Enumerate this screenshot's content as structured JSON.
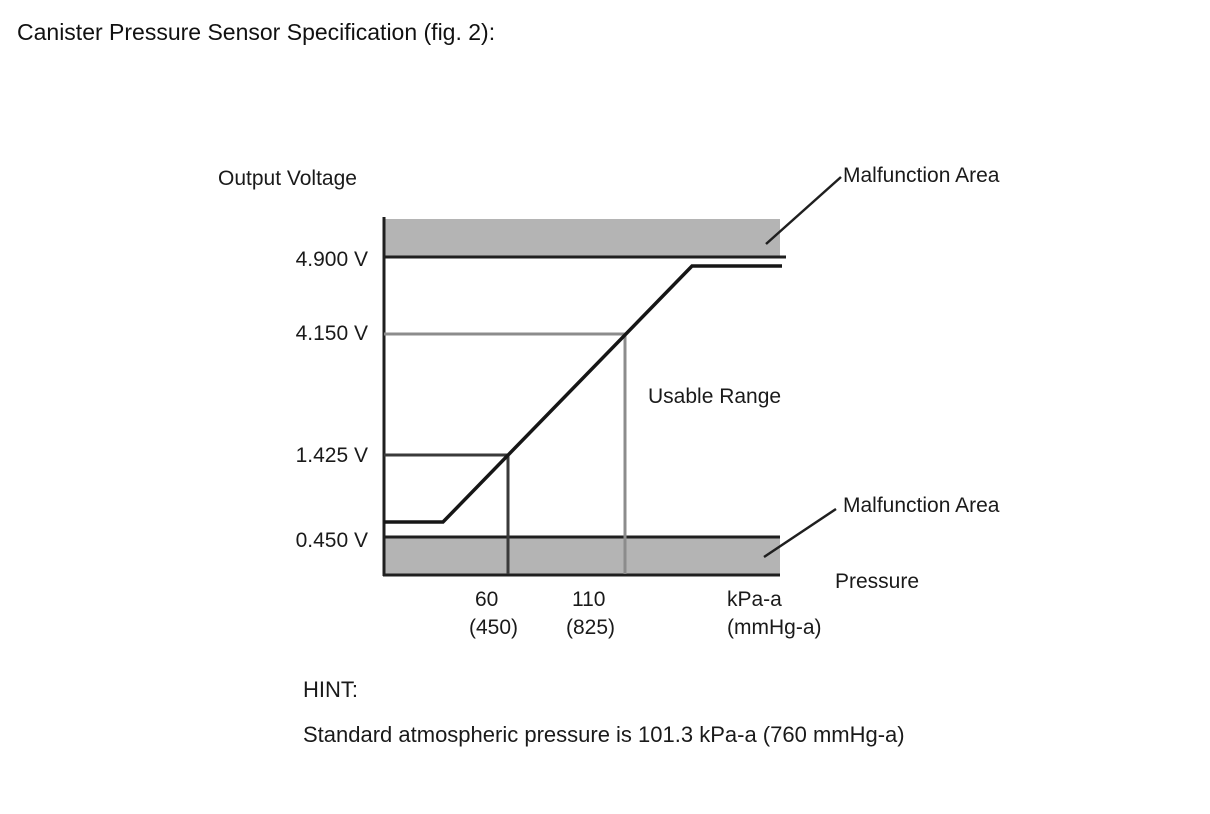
{
  "page": {
    "title": "Canister Pressure Sensor Specification (fig. 2):"
  },
  "chart_data": {
    "type": "line",
    "title": "Canister Pressure Sensor Specification (fig. 2):",
    "ylabel": "Output Voltage",
    "xlabel": "Pressure",
    "y_tick_labels": [
      "4.900 V",
      "4.150 V",
      "1.425 V",
      "0.450 V"
    ],
    "x_ticks": [
      {
        "kpa": "60",
        "mmhg": "(450)"
      },
      {
        "kpa": "110",
        "mmhg": "(825)"
      }
    ],
    "x_unit_primary": "kPa-a",
    "x_unit_secondary": "(mmHg-a)",
    "known_points": [
      {
        "pressure_kpa": 60,
        "pressure_mmhg": 450,
        "output_v": 1.425
      },
      {
        "pressure_kpa": 110,
        "pressure_mmhg": 825,
        "output_v": 4.15
      }
    ],
    "curve_shape": "flat low below ~60 kPa-a, linear rise from (60, 1.425 V) to (110, 4.150 V), flat just below 4.900 V above ~110 kPa-a",
    "clamp_high_v": 4.9,
    "clamp_low_v": 0.45,
    "malfunction_regions": [
      "output above 4.900 V",
      "output below 0.450 V"
    ],
    "band_color": "#b4b4b4",
    "curve_color": "#161616",
    "reference_line_gray": "#8c8c8c",
    "reference_line_dark": "#3a3a3a",
    "annotations": {
      "malfunction_top": "Malfunction Area",
      "malfunction_bottom": "Malfunction Area",
      "usable_range": "Usable Range"
    },
    "legend": "none",
    "grid": "off"
  },
  "hint": {
    "label": "HINT:",
    "text": "Standard atmospheric pressure is 101.3 kPa-a (760 mmHg-a)"
  }
}
